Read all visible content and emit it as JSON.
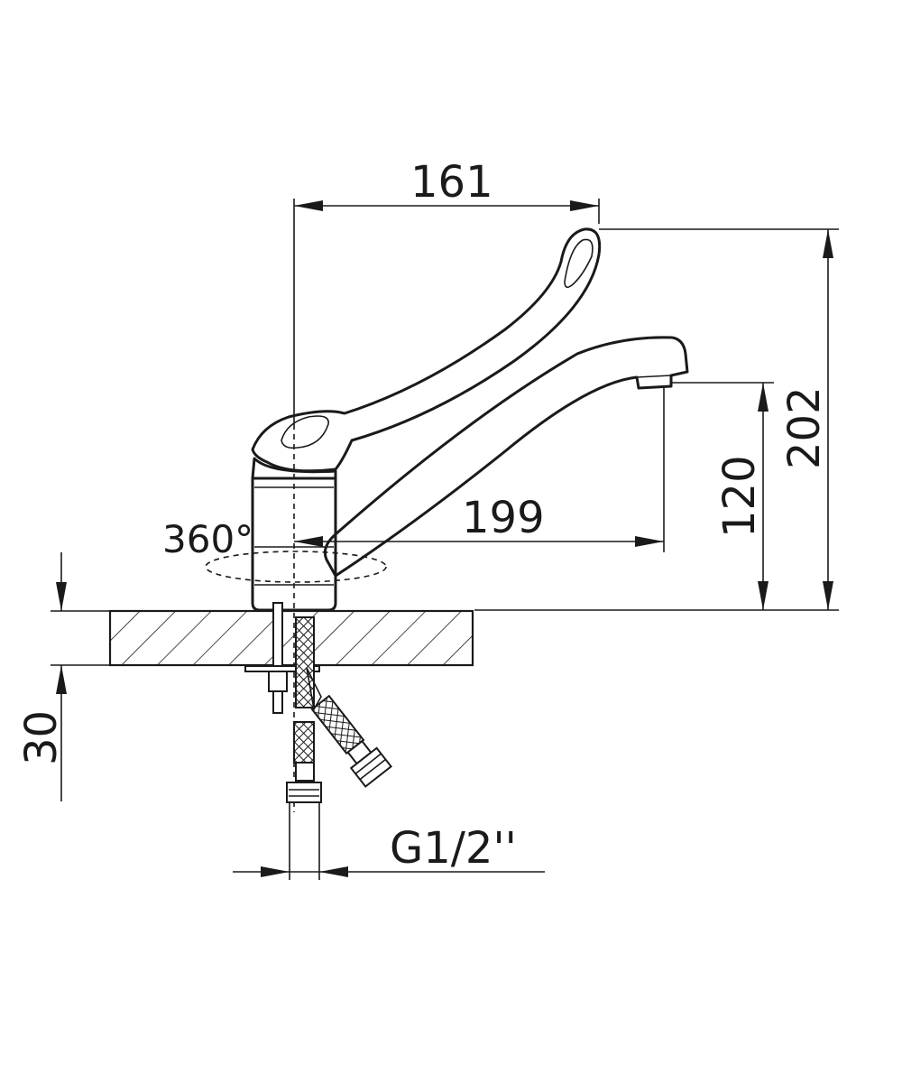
{
  "dimensions": {
    "top_width": "161",
    "spout_reach": "199",
    "total_height": "202",
    "spout_height": "120",
    "counter_thickness": "30",
    "connection_thread": "G1/2''"
  },
  "rotation_label": "360°",
  "colors": {
    "line": "#1a1a1a",
    "background": "#ffffff"
  },
  "icons": {
    "faucet": "faucet-icon",
    "hose": "braided-hose-icon"
  }
}
